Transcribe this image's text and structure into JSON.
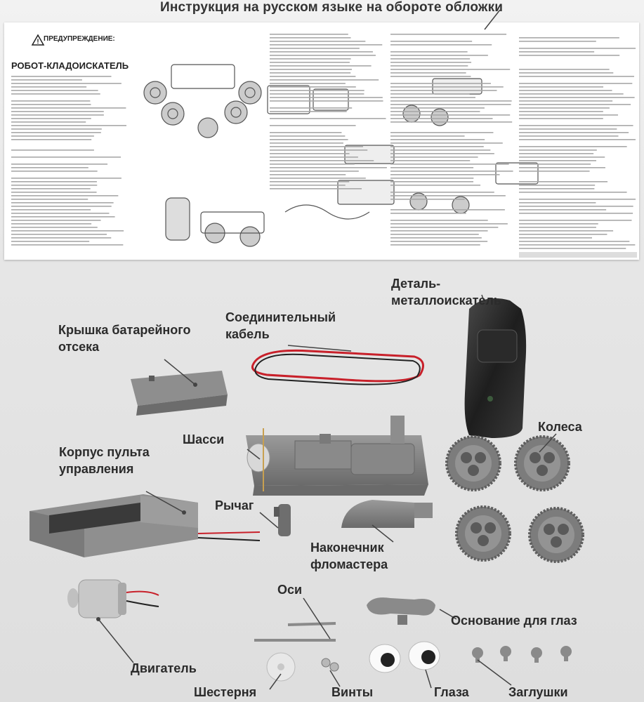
{
  "header": {
    "caption": "Инструкция на русском языке на обороте обложки"
  },
  "manual_sheet": {
    "warning_title": "ПРЕДУПРЕЖДЕНИЕ:",
    "title": "РОБОТ-КЛАДОИСКАТЕЛЬ"
  },
  "parts": {
    "detector": "Деталь-металлоискатель",
    "cable": "Соединительный кабель",
    "battery_cover": "Крышка батарейного отсека",
    "chassis": "Шасси",
    "wheels": "Колеса",
    "remote_body": "Корпус пульта управления",
    "lever": "Рычаг",
    "marker_tip": "Наконечник фломастера",
    "axles": "Оси",
    "eye_base": "Основание для глаз",
    "motor": "Двигатель",
    "gear": "Шестерня",
    "screws": "Винты",
    "eyes": "Глаза",
    "caps": "Заглушки"
  }
}
